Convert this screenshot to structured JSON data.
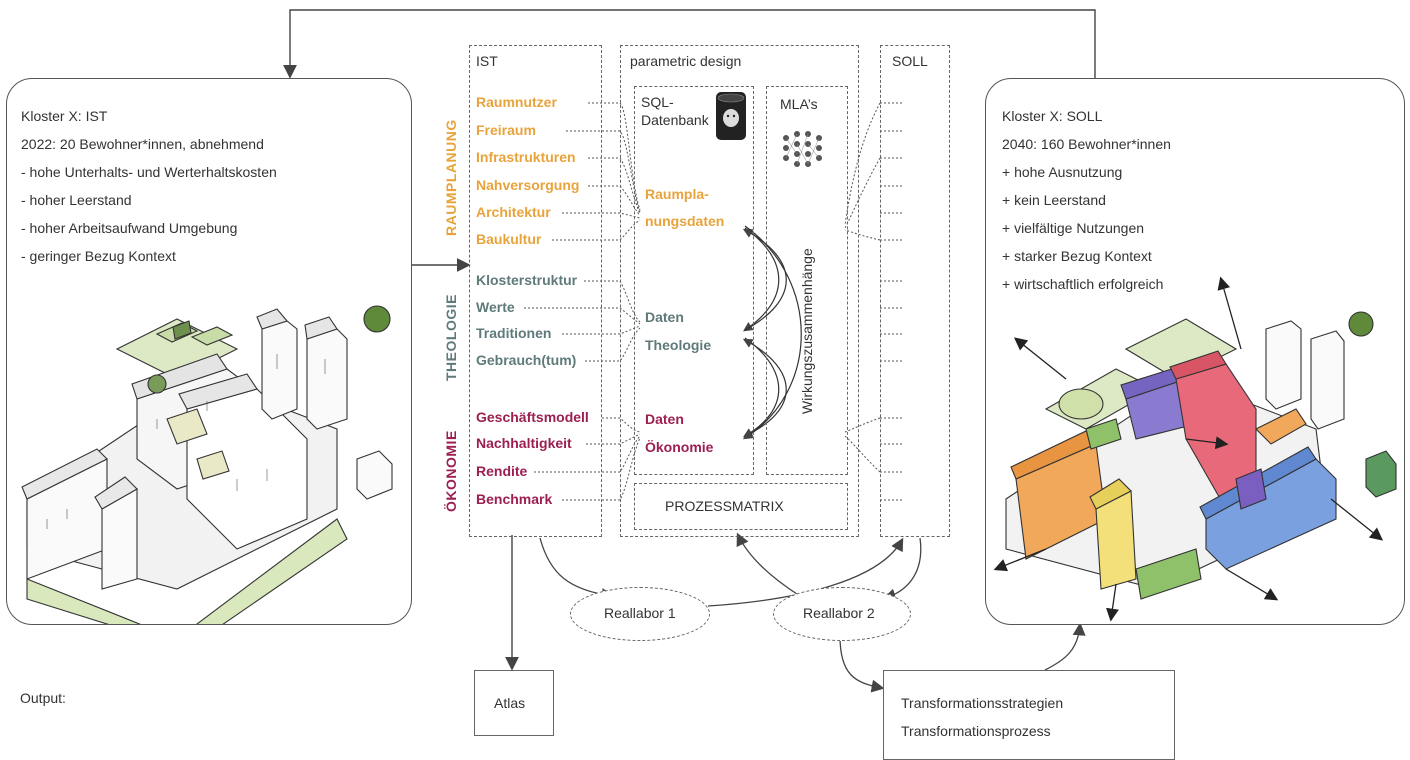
{
  "left_panel": {
    "title": "Kloster X: IST",
    "lines": [
      "2022: 20 Bewohner*innen, abnehmend",
      "- hohe Unterhalts- und Werterhaltskosten",
      "- hoher Leerstand",
      "- hoher Arbeitsaufwand Umgebung",
      "- geringer Bezug Kontext"
    ]
  },
  "right_panel": {
    "title": "Kloster X: SOLL",
    "lines": [
      "2040: 160 Bewohner*innen",
      "+ hohe Ausnutzung",
      "+ kein Leerstand",
      "+ vielfältige Nutzungen",
      "+ starker Bezug Kontext",
      "+ wirtschaftlich erfolgreich"
    ]
  },
  "columns": {
    "ist": "IST",
    "parametric": "parametric design",
    "soll": "SOLL",
    "sql": [
      "SQL-",
      "Datenbank"
    ],
    "mla": "MLA’s",
    "wirkung": "Wirkungszusammenhänge",
    "prozessmatrix": "PROZESSMATRIX"
  },
  "categories": {
    "raumplanung": {
      "label": "RAUMPLANUNG",
      "items": [
        "Raumnutzer",
        "Freiraum",
        "Infrastrukturen",
        "Nahversorgung",
        "Architektur",
        "Baukultur"
      ],
      "data": [
        "Raumpla-",
        "nungsdaten"
      ],
      "color": "#e8a33b"
    },
    "theologie": {
      "label": "THEOLOGIE",
      "items": [
        "Klosterstruktur",
        "Werte",
        "Traditionen",
        "Gebrauch(tum)"
      ],
      "data": [
        "Daten",
        "Theologie"
      ],
      "color": "#5f7a7a"
    },
    "oekonomie": {
      "label": "ÖKONOMIE",
      "items": [
        "Geschäftsmodell",
        "Nachhaltigkeit",
        "Rendite",
        "Benchmark"
      ],
      "data": [
        "Daten",
        "Ökonomie"
      ],
      "color": "#9c1f52"
    }
  },
  "reallabor": [
    "Reallabor 1",
    "Reallabor 2"
  ],
  "output": {
    "label": "Output:",
    "atlas": "Atlas",
    "transformation": [
      "Transformationsstrategien",
      "Transformationsprozess"
    ]
  },
  "illustrations": [
    "monastery-ist-drawing",
    "monastery-soll-drawing"
  ]
}
